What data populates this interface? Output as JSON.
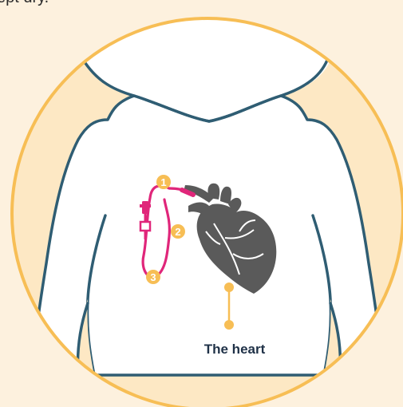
{
  "caption_top": "ept dry.",
  "heart_label": "The heart",
  "markers": [
    "1",
    "2",
    "3"
  ],
  "colors": {
    "background": "#fdf1de",
    "circle_fill": "#fde8c4",
    "circle_border": "#f7be55",
    "body_outline": "#2f5d73",
    "body_fill": "#ffffff",
    "line_catheter": "#e0267a",
    "marker": "#f7be55",
    "heart": "#5a5a5a"
  },
  "icons": {
    "body": "torso-silhouette-icon",
    "heart": "anatomical-heart-icon",
    "catheter": "central-line-catheter-icon"
  }
}
